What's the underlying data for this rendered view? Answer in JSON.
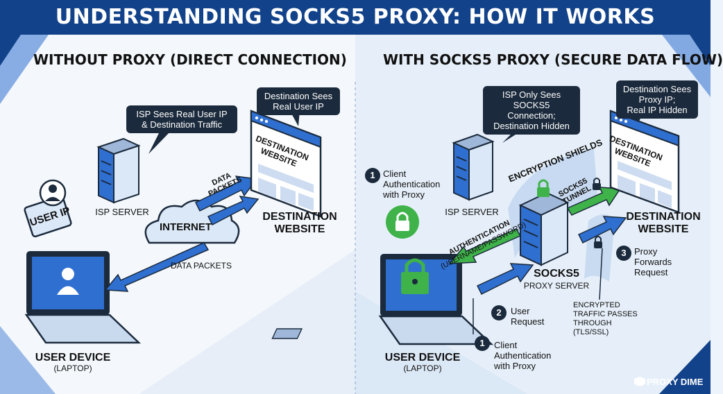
{
  "title": "UNDERSTANDING SOCKS5 PROXY: HOW IT WORKS",
  "left_panel": {
    "title": "WITHOUT PROXY (DIRECT CONNECTION)",
    "user_ip_tag": "USER IP",
    "isp_bubble": [
      "ISP Sees Real User IP",
      "& Destination Traffic"
    ],
    "dest_bubble": [
      "Destination Sees",
      "Real User IP"
    ],
    "isp_label": "ISP SERVER",
    "internet_label": "INTERNET",
    "data_packets_top": [
      "DATA",
      "PACKETS"
    ],
    "data_packets_bottom": "DATA PACKETS",
    "dest_window": [
      "DESTINATION",
      "WEBSITE"
    ],
    "dest_label": [
      "DESTINATION",
      "WEBSITE"
    ],
    "user_label": "USER DEVICE",
    "user_sublabel": "(LAPTOP)"
  },
  "right_panel": {
    "title": "WITH SOCKS5 PROXY (SECURE DATA FLOW)",
    "isp_bubble": [
      "ISP Only Sees",
      "SOCKS5 Connection;",
      "Destination Hidden"
    ],
    "dest_bubble": [
      "Destination Sees",
      "Proxy IP;",
      "Real IP Hidden"
    ],
    "step1_top": {
      "num": "1",
      "lines": [
        "Client",
        "Authentication",
        "with Proxy"
      ]
    },
    "isp_label": "ISP SERVER",
    "encryption_shields": "ENCRYPTION SHIELDS",
    "tunnel_label": [
      "SOCKS5",
      "TUNNEL"
    ],
    "auth_label": [
      "AUTHENTICATION",
      "(USERNAME/PASSWORD)"
    ],
    "dest_window": [
      "DESTINATION",
      "WEBSITE"
    ],
    "dest_label": [
      "DESTINATION",
      "WEBSITE"
    ],
    "proxy_label": "SOCKS5",
    "proxy_sublabel": "PROXY SERVER",
    "step3": {
      "num": "3",
      "lines": [
        "Proxy",
        "Forwards",
        "Request"
      ]
    },
    "step2": {
      "num": "2",
      "lines": [
        "User",
        "Request"
      ]
    },
    "encrypted_note": [
      "ENCRYPTED",
      "TRAFFIC PASSES",
      "THROUGH",
      "(TLS/SSL)"
    ],
    "step1_bottom": {
      "num": "1",
      "lines": [
        "Client",
        "Authentication",
        "with Proxy"
      ]
    },
    "user_label": "USER DEVICE",
    "user_sublabel": "(LAPTOP)"
  },
  "brand": "PROXY DIME",
  "colors": {
    "banner": "#12428a",
    "accent_blue": "#2f6fd0",
    "green": "#3fb24a",
    "dark": "#1b2a3c"
  }
}
